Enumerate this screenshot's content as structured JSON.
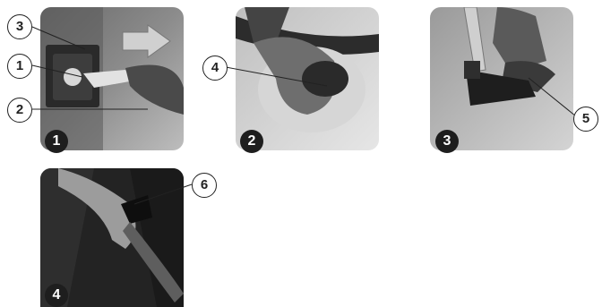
{
  "steps": [
    {
      "number": "1"
    },
    {
      "number": "2"
    },
    {
      "number": "3"
    },
    {
      "number": "4"
    }
  ],
  "callouts": [
    "1",
    "2",
    "3",
    "4",
    "5",
    "6"
  ]
}
